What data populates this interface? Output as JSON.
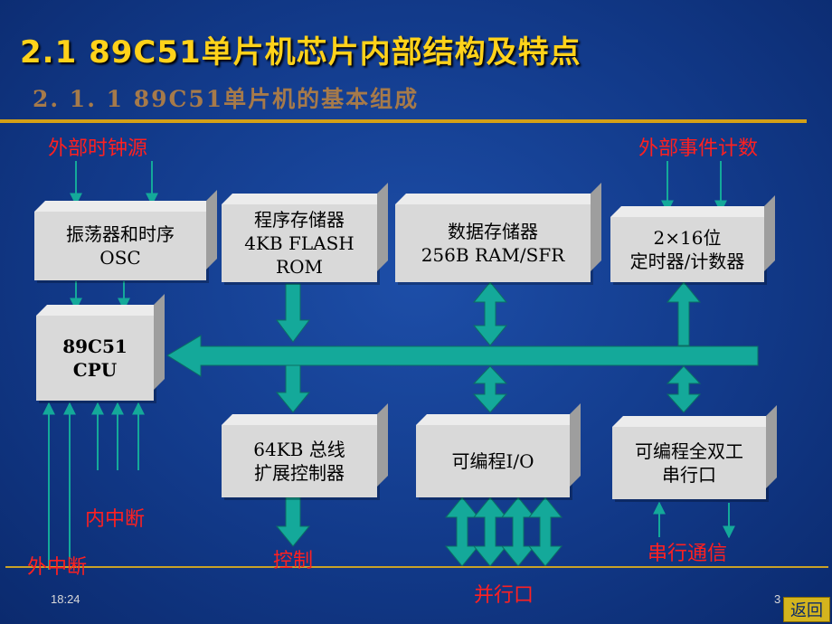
{
  "title": "2.1  89C51单片机芯片内部结构及特点",
  "subtitle": "2. 1. 1  89C51单片机的基本组成",
  "labels": {
    "ext_clock": "外部时钟源",
    "ext_event": "外部事件计数",
    "int_interrupt": "内中断",
    "ext_interrupt": "外中断",
    "control": "控制",
    "parallel_port": "并行口",
    "serial_comm": "串行通信"
  },
  "blocks": {
    "oscillator": [
      "振荡器和时序",
      "OSC"
    ],
    "program_memory": [
      "程序存储器",
      "4KB FLASH",
      "ROM"
    ],
    "data_memory": [
      "数据存储器",
      "256B RAM/SFR"
    ],
    "timer": [
      "2×16位",
      "定时器/计数器"
    ],
    "cpu": [
      "89C51",
      "CPU"
    ],
    "bus_controller": [
      "64KB 总线",
      "扩展控制器"
    ],
    "programmable_io": [
      "可编程I/O"
    ],
    "serial_port": [
      "可编程全双工",
      "串行口"
    ]
  },
  "colors": {
    "background": "#123a8a",
    "title": "#ffd21a",
    "subtitle": "#a67a4a",
    "label": "#ff2020",
    "arrow": "#14a99a",
    "box": "#d9d9d9"
  },
  "footer": {
    "time": "18:24",
    "page": "3",
    "back_label": "返回"
  }
}
